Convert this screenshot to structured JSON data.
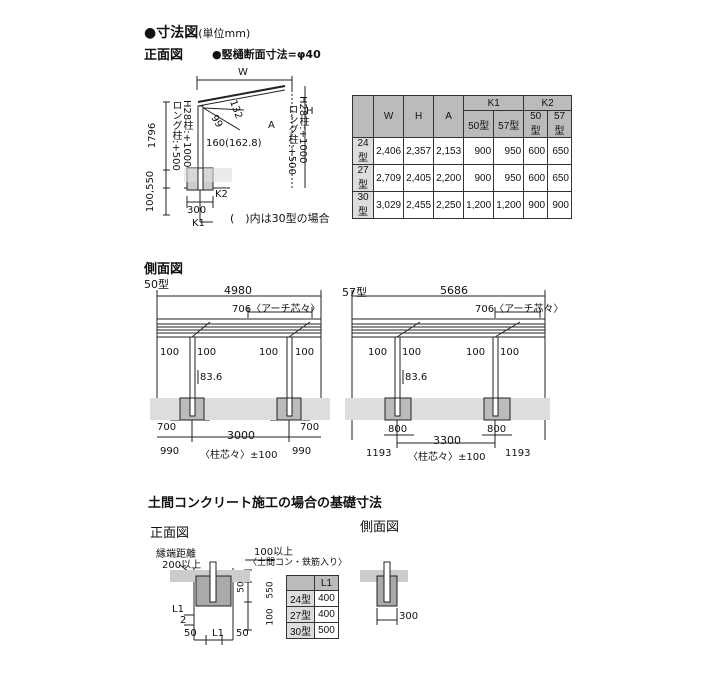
{
  "section1": {
    "title": "●寸法図",
    "unit": "(単位mm)",
    "front_label": "正面図",
    "post_section": "●竪樋断面寸法=φ40",
    "note": "(　)内は30型の場合",
    "dims": {
      "W": "W",
      "A": "A",
      "H": "H",
      "d1796": "1796",
      "d100_550": "100,550",
      "d99": "99",
      "d132": "132",
      "d160": "160(162.8)",
      "d300": "300",
      "K1": "K1",
      "K2": "K2",
      "left_vert_1": "ロング柱:+500",
      "left_vert_2": "H28柱:+1000",
      "right_vert_1": "ロング柱:+500",
      "right_vert_2": "H28柱:+1000"
    }
  },
  "spec_table": {
    "headers": [
      "",
      "W",
      "H",
      "A",
      "K1",
      "K2"
    ],
    "subheaders": [
      "50型",
      "57型",
      "50型",
      "57型"
    ],
    "rows": [
      {
        "label": "24型",
        "W": "2,406",
        "H": "2,357",
        "A": "2,153",
        "k1_50": "900",
        "k1_57": "950",
        "k2_50": "600",
        "k2_57": "650"
      },
      {
        "label": "27型",
        "W": "2,709",
        "H": "2,405",
        "A": "2,200",
        "k1_50": "900",
        "k1_57": "950",
        "k2_50": "600",
        "k2_57": "650"
      },
      {
        "label": "30型",
        "W": "3,029",
        "H": "2,455",
        "A": "2,250",
        "k1_50": "1,200",
        "k1_57": "1,200",
        "k2_50": "900",
        "k2_57": "900"
      }
    ]
  },
  "side": {
    "title": "側面図",
    "left": {
      "label": "50型",
      "total": "4980",
      "arch": "706〈アーチ芯々〉",
      "a": "100",
      "b": "100",
      "c": "100",
      "d": "100",
      "h": "83.6",
      "f1": "700",
      "f2": "700",
      "pitch": "3000",
      "o1": "990",
      "o2": "990",
      "pitch_note": "〈柱芯々〉±100"
    },
    "right": {
      "label": "57型",
      "total": "5686",
      "arch": "706〈アーチ芯々〉",
      "a": "100",
      "b": "100",
      "c": "100",
      "d": "100",
      "h": "83.6",
      "f1": "800",
      "f2": "800",
      "pitch": "3300",
      "o1": "1193",
      "o2": "1193",
      "pitch_note": "〈柱芯々〉±100"
    }
  },
  "foundation": {
    "title": "土間コンクリート施工の場合の基礎寸法",
    "front_label": "正面図",
    "side_label": "側面図",
    "edge_1": "縁端距離",
    "edge_2": "200以上",
    "over_1": "100以上",
    "over_2": "〈土間コン・鉄筋入り〉",
    "d50a": "50",
    "d550": "550",
    "d100": "100",
    "l1_half_1": "L1",
    "l1_half_2": "2",
    "b50a": "50",
    "bL1": "L1",
    "b50b": "50",
    "d300": "300",
    "l1_table": {
      "header": "L1",
      "rows": [
        {
          "label": "24型",
          "val": "400"
        },
        {
          "label": "27型",
          "val": "400"
        },
        {
          "label": "30型",
          "val": "500"
        }
      ]
    }
  }
}
